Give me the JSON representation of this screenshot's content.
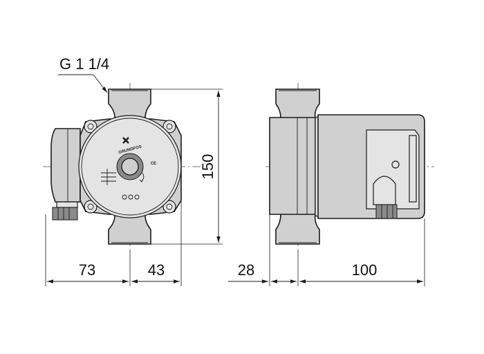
{
  "connection_label": "G 1 1/4",
  "dimensions": {
    "height": "150",
    "left_width": "73",
    "right_width": "43",
    "flange_depth": "28",
    "motor_length": "100"
  },
  "brand": "GRUNDFOS",
  "ce_mark": "CE"
}
